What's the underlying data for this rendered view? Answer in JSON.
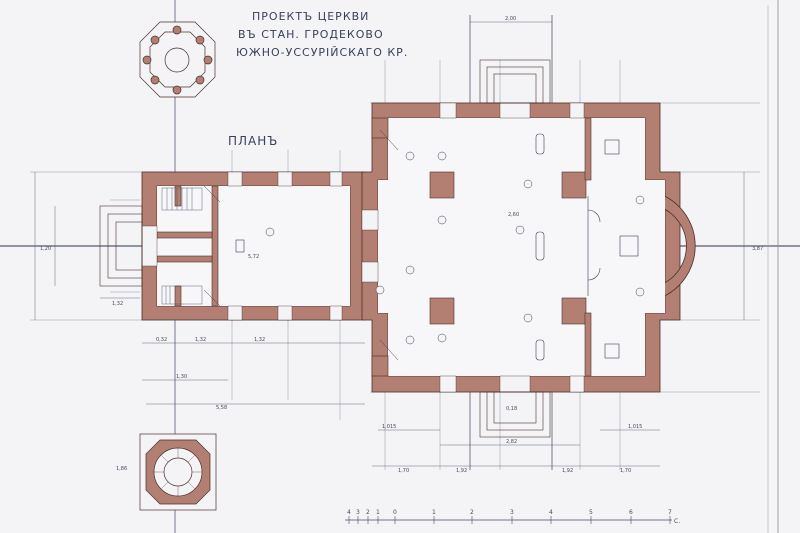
{
  "title": {
    "line1": "ПРОЕКТЪ ЦЕРКВИ",
    "line2": "ВЪ СТАН. ГРОДЕКОВО",
    "line3": "ЮЖНО-УССУРІЙСКАГО КР."
  },
  "plan_label": "ПЛАНЪ",
  "dimensions": {
    "top_width": "2,00",
    "nave_length": "5,72",
    "left_overall": "5,58",
    "right_bottom": "2,82",
    "bottom_small": "0,18",
    "seg_a": "0,32",
    "seg_b": "1,32",
    "seg_c": "1,32",
    "seg_d": "1,30",
    "nave_width": "2,60",
    "bot_1": "1,70",
    "bot_2": "1,92",
    "bot_3": "1,92",
    "bot_4": "1,70",
    "left_side": "1,015",
    "right_side": "1,015",
    "porch": "1,32",
    "vert_1": "3,87",
    "vert_2": "1,20",
    "tower_dim": "1,86"
  },
  "scale": {
    "labels": [
      "4",
      "3",
      "2",
      "1",
      "0",
      "1",
      "2",
      "3",
      "4",
      "5",
      "6",
      "7"
    ],
    "unit": "С."
  },
  "colors": {
    "wall_fill": "#b27f72",
    "wall_stroke": "#4b2f2c",
    "ink": "#3b3f57",
    "paper": "#f4f4f7"
  }
}
